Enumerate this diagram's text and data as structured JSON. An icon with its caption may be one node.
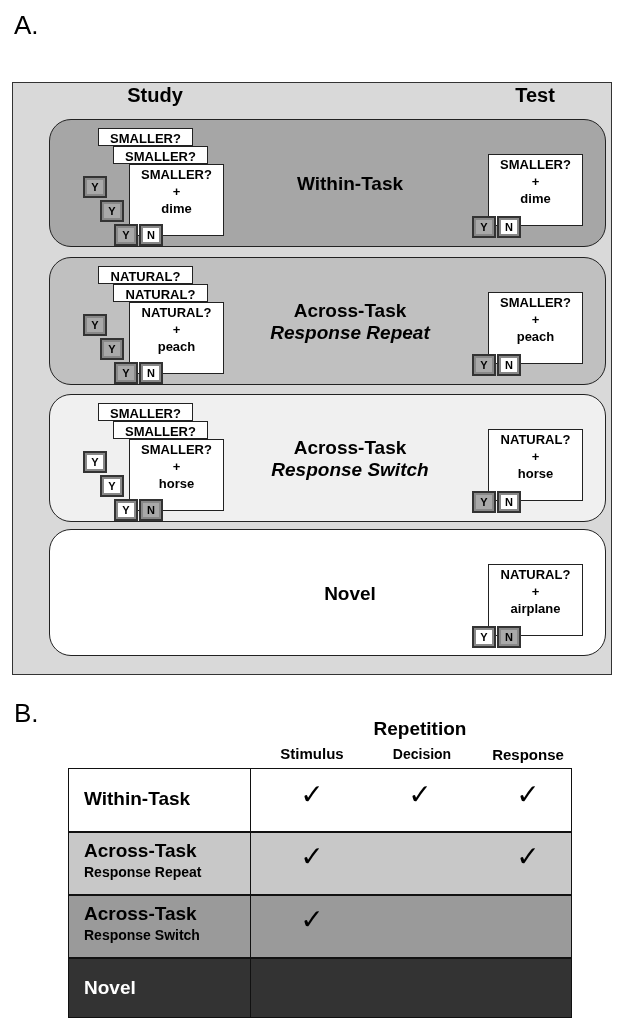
{
  "diagram": {
    "nodes": [
      {
        "text": [],
        "shape": "box"
      },
      {
        "text": [
          "Within-Task"
        ],
        "in": 0
      },
      {
        "text": [
          "SMALLER?"
        ],
        "in": 1
      },
      {
        "text": [
          "Y"
        ],
        "in": 1
      },
      {
        "text": [
          "SMALLER?"
        ],
        "in": 1
      },
      {
        "text": [
          "Y"
        ],
        "in": 1
      },
      {
        "text": [
          "SMALLER?",
          "+",
          "dime"
        ],
        "in": 1
      },
      {
        "text": [
          "Y"
        ],
        "in": 1
      },
      {
        "text": [
          "N"
        ],
        "in": 1
      },
      {
        "text": [
          "SMALLER?",
          "+",
          "dime"
        ],
        "in": 1
      },
      {
        "text": [
          "Y"
        ],
        "in": 1
      },
      {
        "text": [
          "N"
        ],
        "in": 1
      },
      {
        "text": [
          "Across-Task",
          "Response Repeat"
        ],
        "in": 0
      },
      {
        "text": [
          "NATURAL?"
        ],
        "in": 12
      },
      {
        "text": [
          "Y"
        ],
        "in": 12
      },
      {
        "text": [
          "NATURAL?"
        ],
        "in": 12
      },
      {
        "text": [
          "Y"
        ],
        "in": 12
      },
      {
        "text": [
          "NATURAL?",
          "+",
          "peach"
        ],
        "in": 12
      },
      {
        "text": [
          "Y"
        ],
        "in": 12
      },
      {
        "text": [
          "N"
        ],
        "in": 12
      },
      {
        "text": [
          "SMALLER?",
          "+",
          "peach"
        ],
        "in": 12
      },
      {
        "text": [
          "Y"
        ],
        "in": 12
      },
      {
        "text": [
          "N"
        ],
        "in": 12
      },
      {
        "text": [
          "Across-Task",
          "Response Switch"
        ],
        "in": 0
      },
      {
        "text": [
          "SMALLER?"
        ],
        "in": 23
      },
      {
        "text": [
          "Y"
        ],
        "in": 23
      },
      {
        "text": [
          "SMALLER?"
        ],
        "in": 23
      },
      {
        "text": [
          "Y"
        ],
        "in": 23
      },
      {
        "text": [
          "SMALLER?",
          "+",
          "horse"
        ],
        "in": 23
      },
      {
        "text": [
          "Y"
        ],
        "in": 23
      },
      {
        "text": [
          "N"
        ],
        "in": 23
      },
      {
        "text": [
          "NATURAL?",
          "+",
          "horse"
        ],
        "in": 23
      },
      {
        "text": [
          "Y"
        ],
        "in": 23
      },
      {
        "text": [
          "N"
        ],
        "in": 23
      },
      {
        "text": [
          "Novel"
        ],
        "in": 0
      },
      {
        "text": [
          "NATURAL?",
          "+",
          "airplane"
        ],
        "in": 34
      },
      {
        "text": [
          "Y"
        ],
        "in": 34
      },
      {
        "text": [
          "N"
        ],
        "in": 34
      }
    ],
    "edges": [],
    "labels": [
      "A.",
      "Study",
      "Test",
      "B.",
      "Repetition",
      "Stimulus",
      "Decision",
      "Response",
      "Within-Task",
      "✓",
      "✓",
      "✓",
      "Across-Task",
      "Response Repeat",
      "✓",
      "✓",
      "Across-Task",
      "Response Switch",
      "✓",
      "Novel"
    ]
  }
}
